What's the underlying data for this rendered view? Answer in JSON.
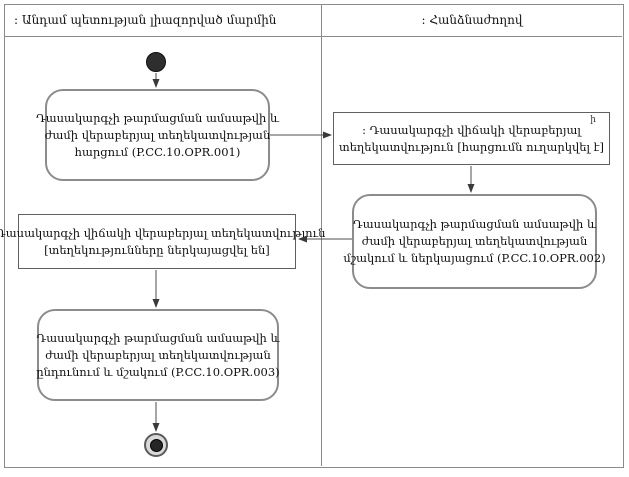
{
  "diagram": {
    "type": "uml-activity-swimlane",
    "colors": {
      "background": "#ffffff",
      "lane_border": "#8a8a8a",
      "activity_border": "#8c8c8c",
      "object_border": "#606060",
      "edge": "#4d4d4d",
      "text": "#111111",
      "node_fill": "#2e2e2e"
    },
    "lanes": [
      {
        "title": ": Անդամ պետության լիազորված մարմին"
      },
      {
        "title": ": Հանձնաժողով"
      }
    ],
    "nodes": {
      "activity1": {
        "text": "Դասակարգչի թարմացման ամսաթվի և ժամի վերաբերյալ տեղեկատվության հարցում (P.CC.10.OPR.001)",
        "lines": [
          "Դասակարգչի թարմացման ամսաթվի և",
          "ժամի վերաբերյալ տեղեկատվության",
          "հարցում (P.CC.10.OPR.001)"
        ]
      },
      "object1": {
        "text": ": Դասակարգչի վիճակի վերաբերյալ տեղեկատվություն [հարցումն ուղարկվել է]",
        "lines": [
          ": Դասակարգչի վիճակի վերաբերյալ",
          "տեղեկատվություն [հարցումն ուղարկվել է]"
        ],
        "marker": "ի"
      },
      "activity2": {
        "text": "Դասակարգչի թարմացման ամսաթվի և ժամի վերաբերյալ տեղեկատվության մշակում և ներկայացում (P.CC.10.OPR.002)",
        "lines": [
          "Դասակարգչի թարմացման ամսաթվի և",
          "ժամի վերաբերյալ տեղեկատվության",
          "մշակում և ներկայացում (P.CC.10.OPR.002)"
        ]
      },
      "object2": {
        "text": ": Դասակարգչի վիճակի վերաբերյալ տեղեկատվություն [տեղեկությունները ներկայացվել են]",
        "lines": [
          ": Դասակարգչի վիճակի վերաբերյալ տեղեկատվություն",
          "[տեղեկությունները ներկայացվել են]"
        ]
      },
      "activity3": {
        "text": "Դասակարգչի թարմացման ամսաթվի և ժամի վերաբերյալ տեղեկատվության ընդունում և մշակում (P.CC.10.OPR.003)",
        "lines": [
          "Դասակարգչի թարմացման ամսաթվի և",
          "ժամի վերաբերյալ տեղեկատվության",
          "ընդունում և մշակում (P.CC.10.OPR.003)"
        ]
      }
    }
  }
}
